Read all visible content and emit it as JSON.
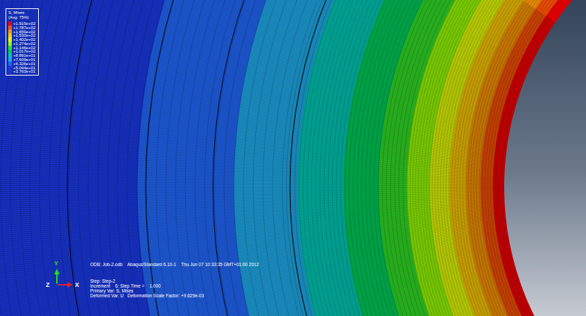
{
  "diagram": {
    "labels": [
      "S, Mises",
      "(Avg: 75%)",
      "ODB: Job-2.odb    Abaqus/Standard 6.10-1    Thu Jun 07 10:33:35 GMT+01:00 2012",
      "Step: Step-2",
      "Increment    6: Step Time =    1.000",
      "Primary Var: S, Mises",
      "Deformed Var: U   Deformation Scale Factor: +9.629e-03",
      "Y",
      "Z",
      "X"
    ],
    "legend": [
      {
        "text": "+1.915e+02",
        "color": "#ff0000"
      },
      {
        "text": "+1.787e+02",
        "color": "#ff5500"
      },
      {
        "text": "+1.659e+02",
        "color": "#ff9900"
      },
      {
        "text": "+1.530e+02",
        "color": "#ffcc00"
      },
      {
        "text": "+1.402e+02",
        "color": "#e6ff00"
      },
      {
        "text": "+1.274e+02",
        "color": "#99ff00"
      },
      {
        "text": "+1.146e+02",
        "color": "#33dd22"
      },
      {
        "text": "+1.017e+02",
        "color": "#00cc55"
      },
      {
        "text": "+8.891e+01",
        "color": "#00c8b0"
      },
      {
        "text": "+7.609e+01",
        "color": "#1fa8e0"
      },
      {
        "text": "+6.326e+01",
        "color": "#2266ee"
      },
      {
        "text": "+5.044e+01",
        "color": "#1a38d8"
      },
      {
        "text": "+3.763e+01",
        "color": "#1a38d8"
      }
    ]
  }
}
